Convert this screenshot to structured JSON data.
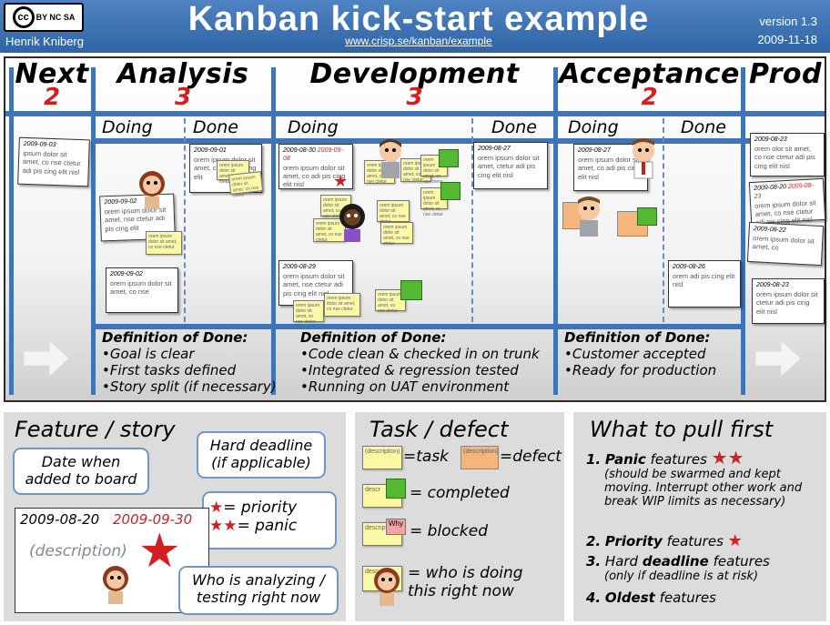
{
  "header": {
    "cc_label": "BY NC SA",
    "author": "Henrik Kniberg",
    "title": "Kanban kick-start example",
    "url": "www.crisp.se/kanban/example",
    "version": "version 1.3",
    "date": "2009-11-18"
  },
  "columns": {
    "next": {
      "title": "Next",
      "wip": "2"
    },
    "analysis": {
      "title": "Analysis",
      "wip": "3",
      "doing": "Doing",
      "done": "Done"
    },
    "development": {
      "title": "Development",
      "wip": "3",
      "doing": "Doing",
      "done": "Done"
    },
    "acceptance": {
      "title": "Acceptance",
      "wip": "2",
      "doing": "Doing",
      "done": "Done"
    },
    "prod": {
      "title": "Prod"
    }
  },
  "cards": {
    "next_1": {
      "date": "2009-09-03",
      "text": "ipsum dolor sit amet, co nse ctetur adi pis cing elit nisl"
    },
    "ana_doing_1": {
      "date": "2009-09-02",
      "text": "orem ipsum dolor sit amet, nse ctetur adi pis cing elit"
    },
    "ana_doing_2": {
      "date": "2009-09-02",
      "text": "orem ipsum dolor sit amet, co nse"
    },
    "ana_done_1": {
      "date": "2009-09-01",
      "text": "orem ipsum dolor sit amet, co adi pis cing elit"
    },
    "dev_doing_1": {
      "date": "2009-08-30",
      "deadline": "2009-09-08",
      "text": "orem ipsum dolor sit amet, co adi pis cing elit nisl"
    },
    "dev_doing_2": {
      "date": "2009-08-29",
      "text": "orem ipsum dolor sit amet, nse ctetur adi pis cing elit nisl"
    },
    "dev_done_1": {
      "date": "2009-08-27",
      "text": "orem ipsum dolor sit amet, ctetur adi pis cing elit nisl"
    },
    "acc_doing_1": {
      "date": "2009-08-27",
      "text": "orem ipsum dolor sit amet, co adi pis cing elit nisl"
    },
    "acc_done_1": {
      "date": "2009-08-26",
      "text": "orem adi pis cing elit nisl"
    },
    "prod_1": {
      "date": "2009-08-23",
      "text": "orem olor sit amet, co nse ctetur adi pis cing elit nisl"
    },
    "prod_2": {
      "date": "2009-08-20",
      "deadline": "2009-08-23",
      "text": "orem ipsum dolor sit amet, co nse ctetur adi pis cing elit nisl"
    },
    "prod_3": {
      "date": "2009-08-22",
      "text": "orem ipsum dolor sit amet, co"
    },
    "prod_4": {
      "date": "2009-08-23",
      "text": "orem ipsum dolor sit ctetur adi pis cing elit nisl"
    }
  },
  "sticky_text": "orem ipsum dolor sit amet, co nse ctetur",
  "dod": {
    "analysis": {
      "title": "Definition of Done:",
      "items": [
        "Goal is clear",
        "First tasks defined",
        "Story split (if necessary)"
      ]
    },
    "development": {
      "title": "Definition of Done:",
      "items": [
        "Code clean & checked in on trunk",
        "Integrated & regression tested",
        "Running on UAT environment"
      ]
    },
    "acceptance": {
      "title": "Definition of Done:",
      "items": [
        "Customer accepted",
        "Ready for production"
      ]
    }
  },
  "feature_story": {
    "title": "Feature / story",
    "bubble_date": "Date when added to board",
    "bubble_deadline": "Hard deadline (if applicable)",
    "priority": "= priority",
    "panic": "= panic",
    "card_date": "2009-08-20",
    "card_deadline": "2009-09-30",
    "card_description": "(description)",
    "bubble_who": "Who is analyzing / testing right now"
  },
  "task_defect": {
    "title": "Task / defect",
    "task_sticky": "(description)",
    "task_label": "=task",
    "defect_sticky": "(description)",
    "defect_label": "=defect",
    "completed_sticky": "descr",
    "completed_label": "= completed",
    "blocked_sticky": "descript",
    "blocked_tag": "Why",
    "blocked_label": "= blocked",
    "who_sticky": "desc",
    "who_label": "= who is doing this right now"
  },
  "pull_first": {
    "title": "What to pull first",
    "item1_num": "1.",
    "item1_bold": "Panic",
    "item1_rest": "features",
    "item1_note": "(should be swarmed and kept moving. Interrupt other work and break WIP limits as necessary)",
    "item2_num": "2.",
    "item2_bold": "Priority",
    "item2_rest": "features",
    "item3_num": "3.",
    "item3_pre": "Hard",
    "item3_bold": "deadline",
    "item3_rest": "features",
    "item3_note": "(only if deadline is at risk)",
    "item4_num": "4.",
    "item4_bold": "Oldest",
    "item4_rest": "features"
  },
  "colors": {
    "header": "#3a6fb3",
    "lane": "#3f74b8",
    "wip": "#d21f1f",
    "sticky": "#fbf8a6",
    "completed": "#55b832",
    "defect": "#f6b57a",
    "blocked": "#f2a3a3"
  }
}
